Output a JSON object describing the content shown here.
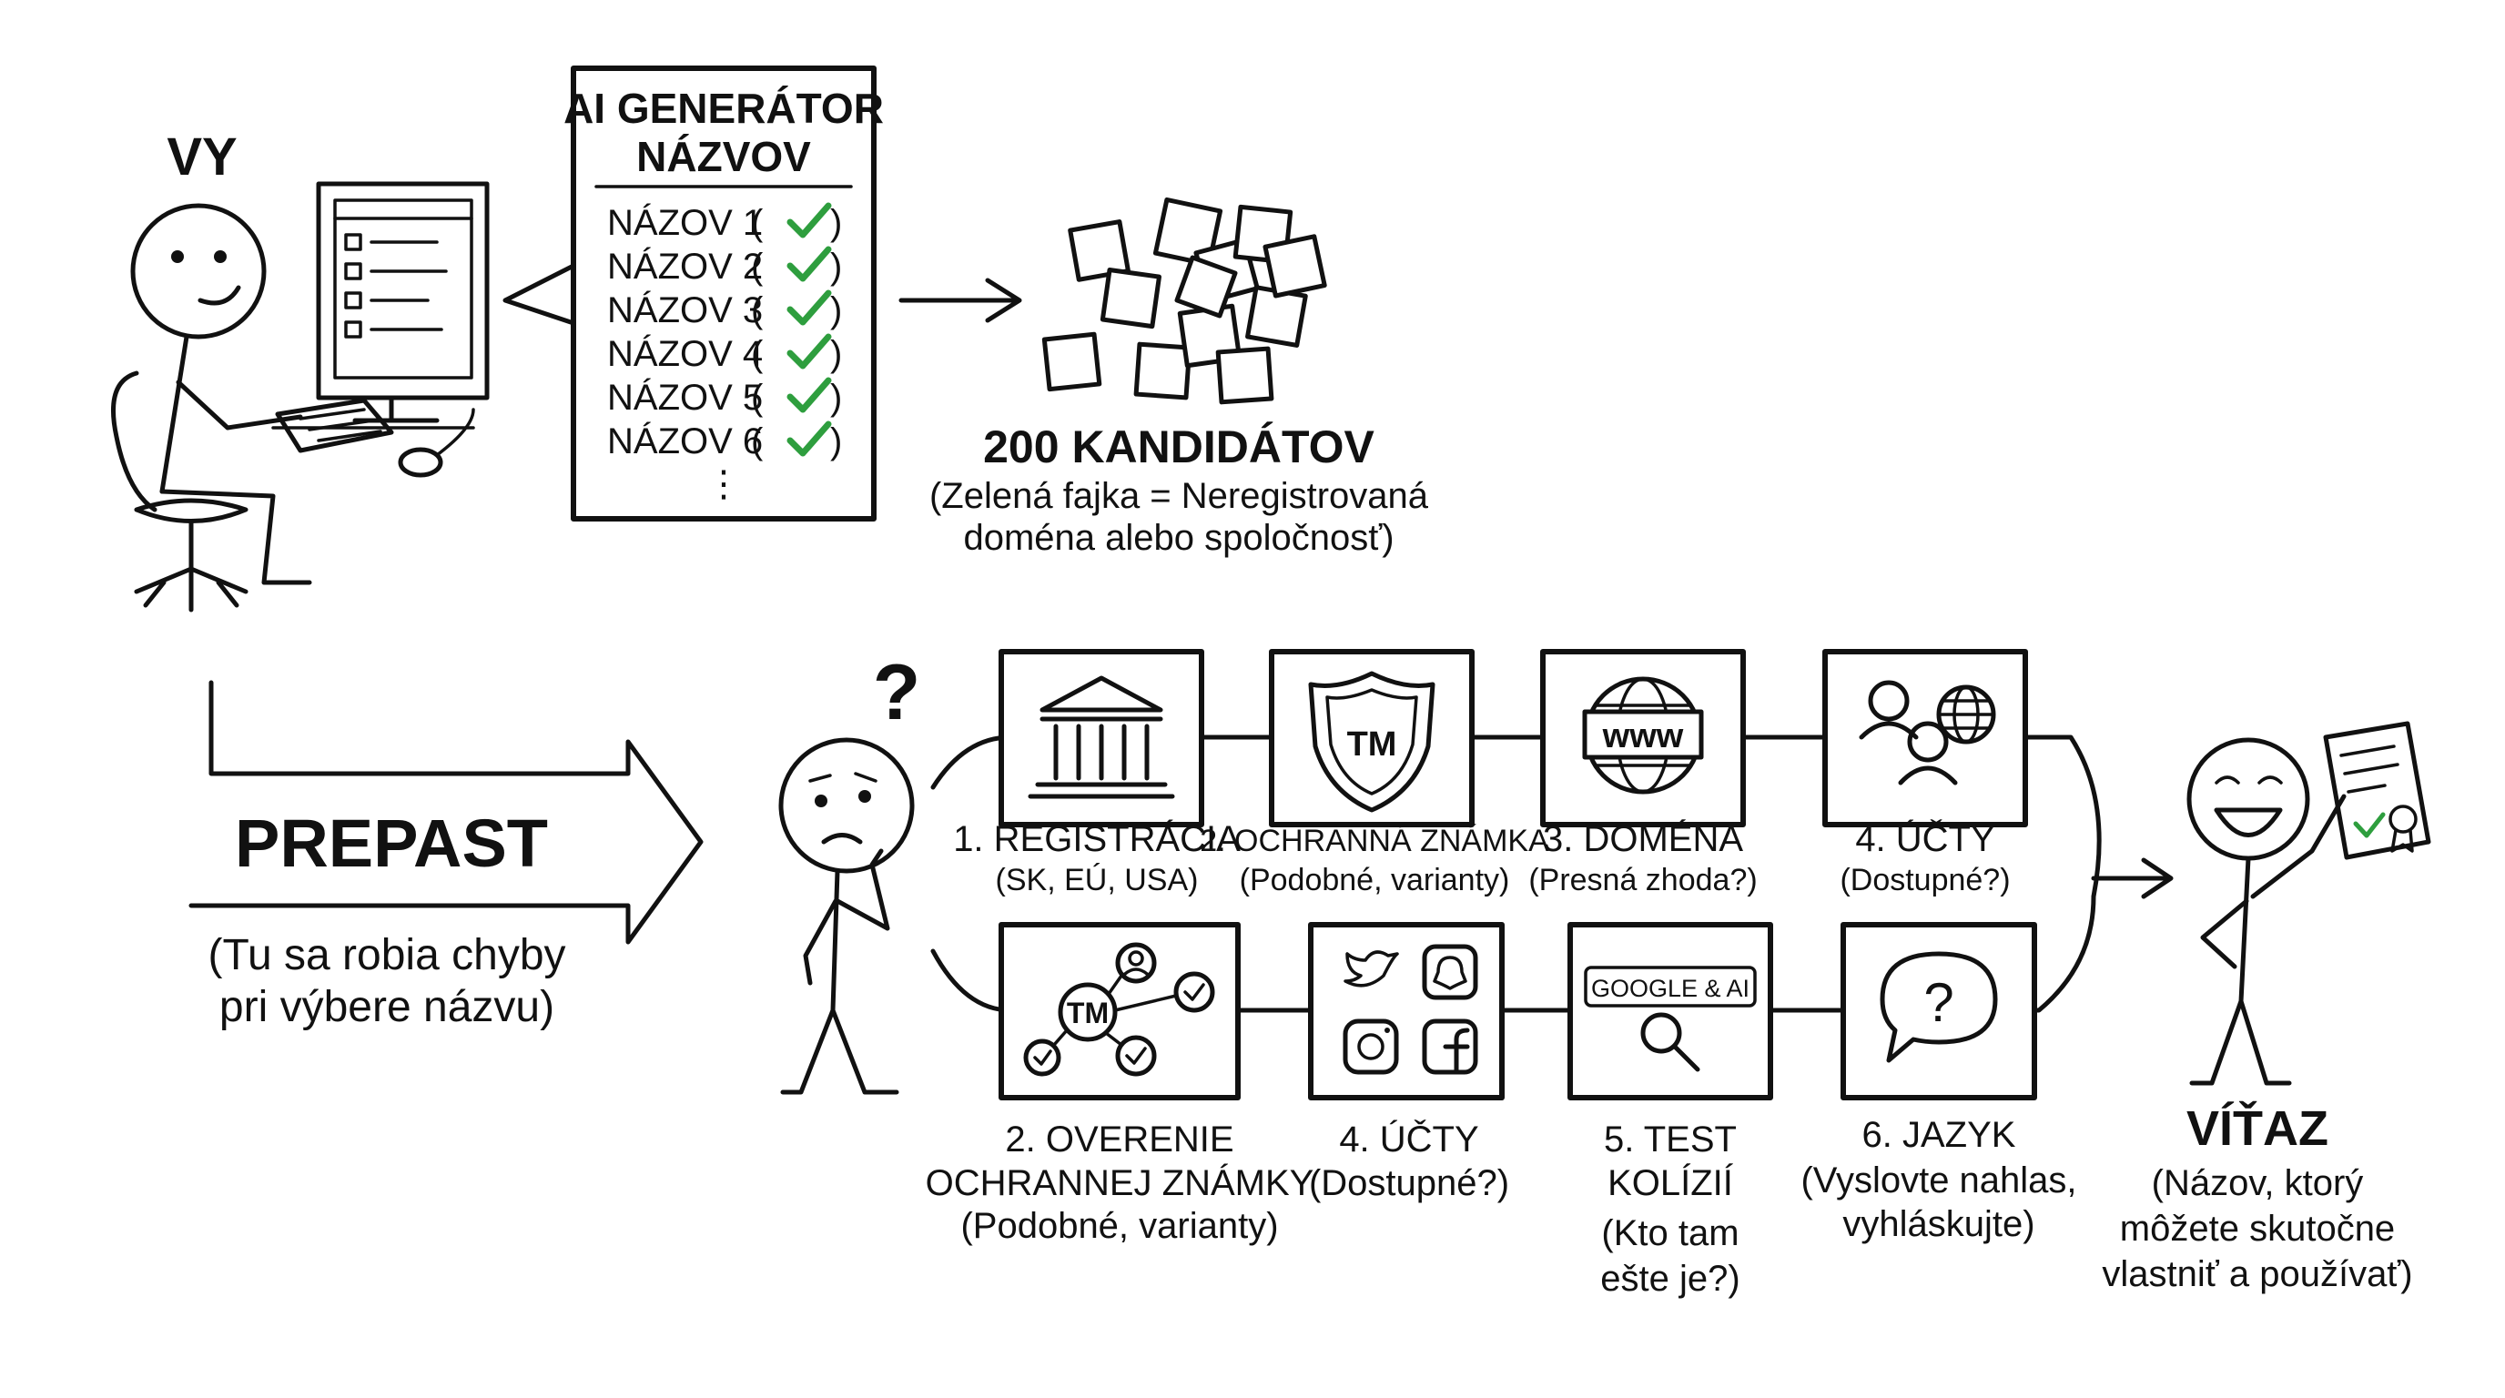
{
  "you": {
    "label": "VY"
  },
  "generator": {
    "title_line1": "AI GENERÁTOR",
    "title_line2": "NÁZVOV",
    "items": [
      {
        "name": "NÁZOV 1",
        "open": "(",
        "close": ")"
      },
      {
        "name": "NÁZOV 2",
        "open": "(",
        "close": ")"
      },
      {
        "name": "NÁZOV 3",
        "open": "(",
        "close": ")"
      },
      {
        "name": "NÁZOV 4",
        "open": "(",
        "close": ")"
      },
      {
        "name": "NÁZOV 5",
        "open": "(",
        "close": ")"
      },
      {
        "name": "NÁZOV 6",
        "open": "(",
        "close": ")"
      }
    ],
    "more": "⋮"
  },
  "candidates": {
    "title": "200 KANDIDÁTOV",
    "note_line1": "(Zelená fajka = Neregistrovaná",
    "note_line2": "doména alebo spoločnosť)"
  },
  "gap": {
    "title": "PREPAST",
    "note_line1": "(Tu sa robia chyby",
    "note_line2": "pri výbere názvu)"
  },
  "thinker": {
    "question_mark": "?"
  },
  "top_steps": [
    {
      "icon": "bank-building-icon",
      "title": "1. REGISTRÁCIA",
      "sub": "(SK, EÚ, USA)"
    },
    {
      "icon": "trademark-shield-icon",
      "title": "2. OCHRANNÁ ZNÁMKA",
      "sub": "(Podobné, varianty)",
      "icon_text": "TM"
    },
    {
      "icon": "www-globe-icon",
      "title": "3. DOMÉNA",
      "sub": "(Presná zhoda?)",
      "icon_text": "www"
    },
    {
      "icon": "users-globe-icon",
      "title": "4. ÚČTY",
      "sub": "(Dostupné?)"
    }
  ],
  "bottom_steps": [
    {
      "icon": "trademark-network-icon",
      "title_line1": "2. OVERENIE",
      "title_line2": "OCHRANNEJ ZNÁMKY",
      "sub": "(Podobné, varianty)",
      "icon_text": "TM"
    },
    {
      "icon": "social-accounts-icon",
      "title_line1": "4. ÚČTY",
      "title_line2": "(Dostupné?)"
    },
    {
      "icon": "search-magnifier-icon",
      "title_line1": "5. TEST",
      "title_line2": "KOLÍZIÍ",
      "sub_line1": "(Kto tam",
      "sub_line2": "ešte je?)",
      "icon_text": "GOOGLE & AI"
    },
    {
      "icon": "speech-bubble-question-icon",
      "title_line1": "6. JAZYK",
      "sub_line1": "(Vyslovte nahlas,",
      "sub_line2": "vyhláskujte)",
      "icon_text": "?"
    }
  ],
  "winner": {
    "title": "VÍŤAZ",
    "note_line1": "(Názov, ktorý",
    "note_line2": "môžete skutočne",
    "note_line3": "vlastniť a používať)"
  },
  "colors": {
    "ink": "#111111",
    "check": "#2e9e3e",
    "background": "#ffffff"
  }
}
